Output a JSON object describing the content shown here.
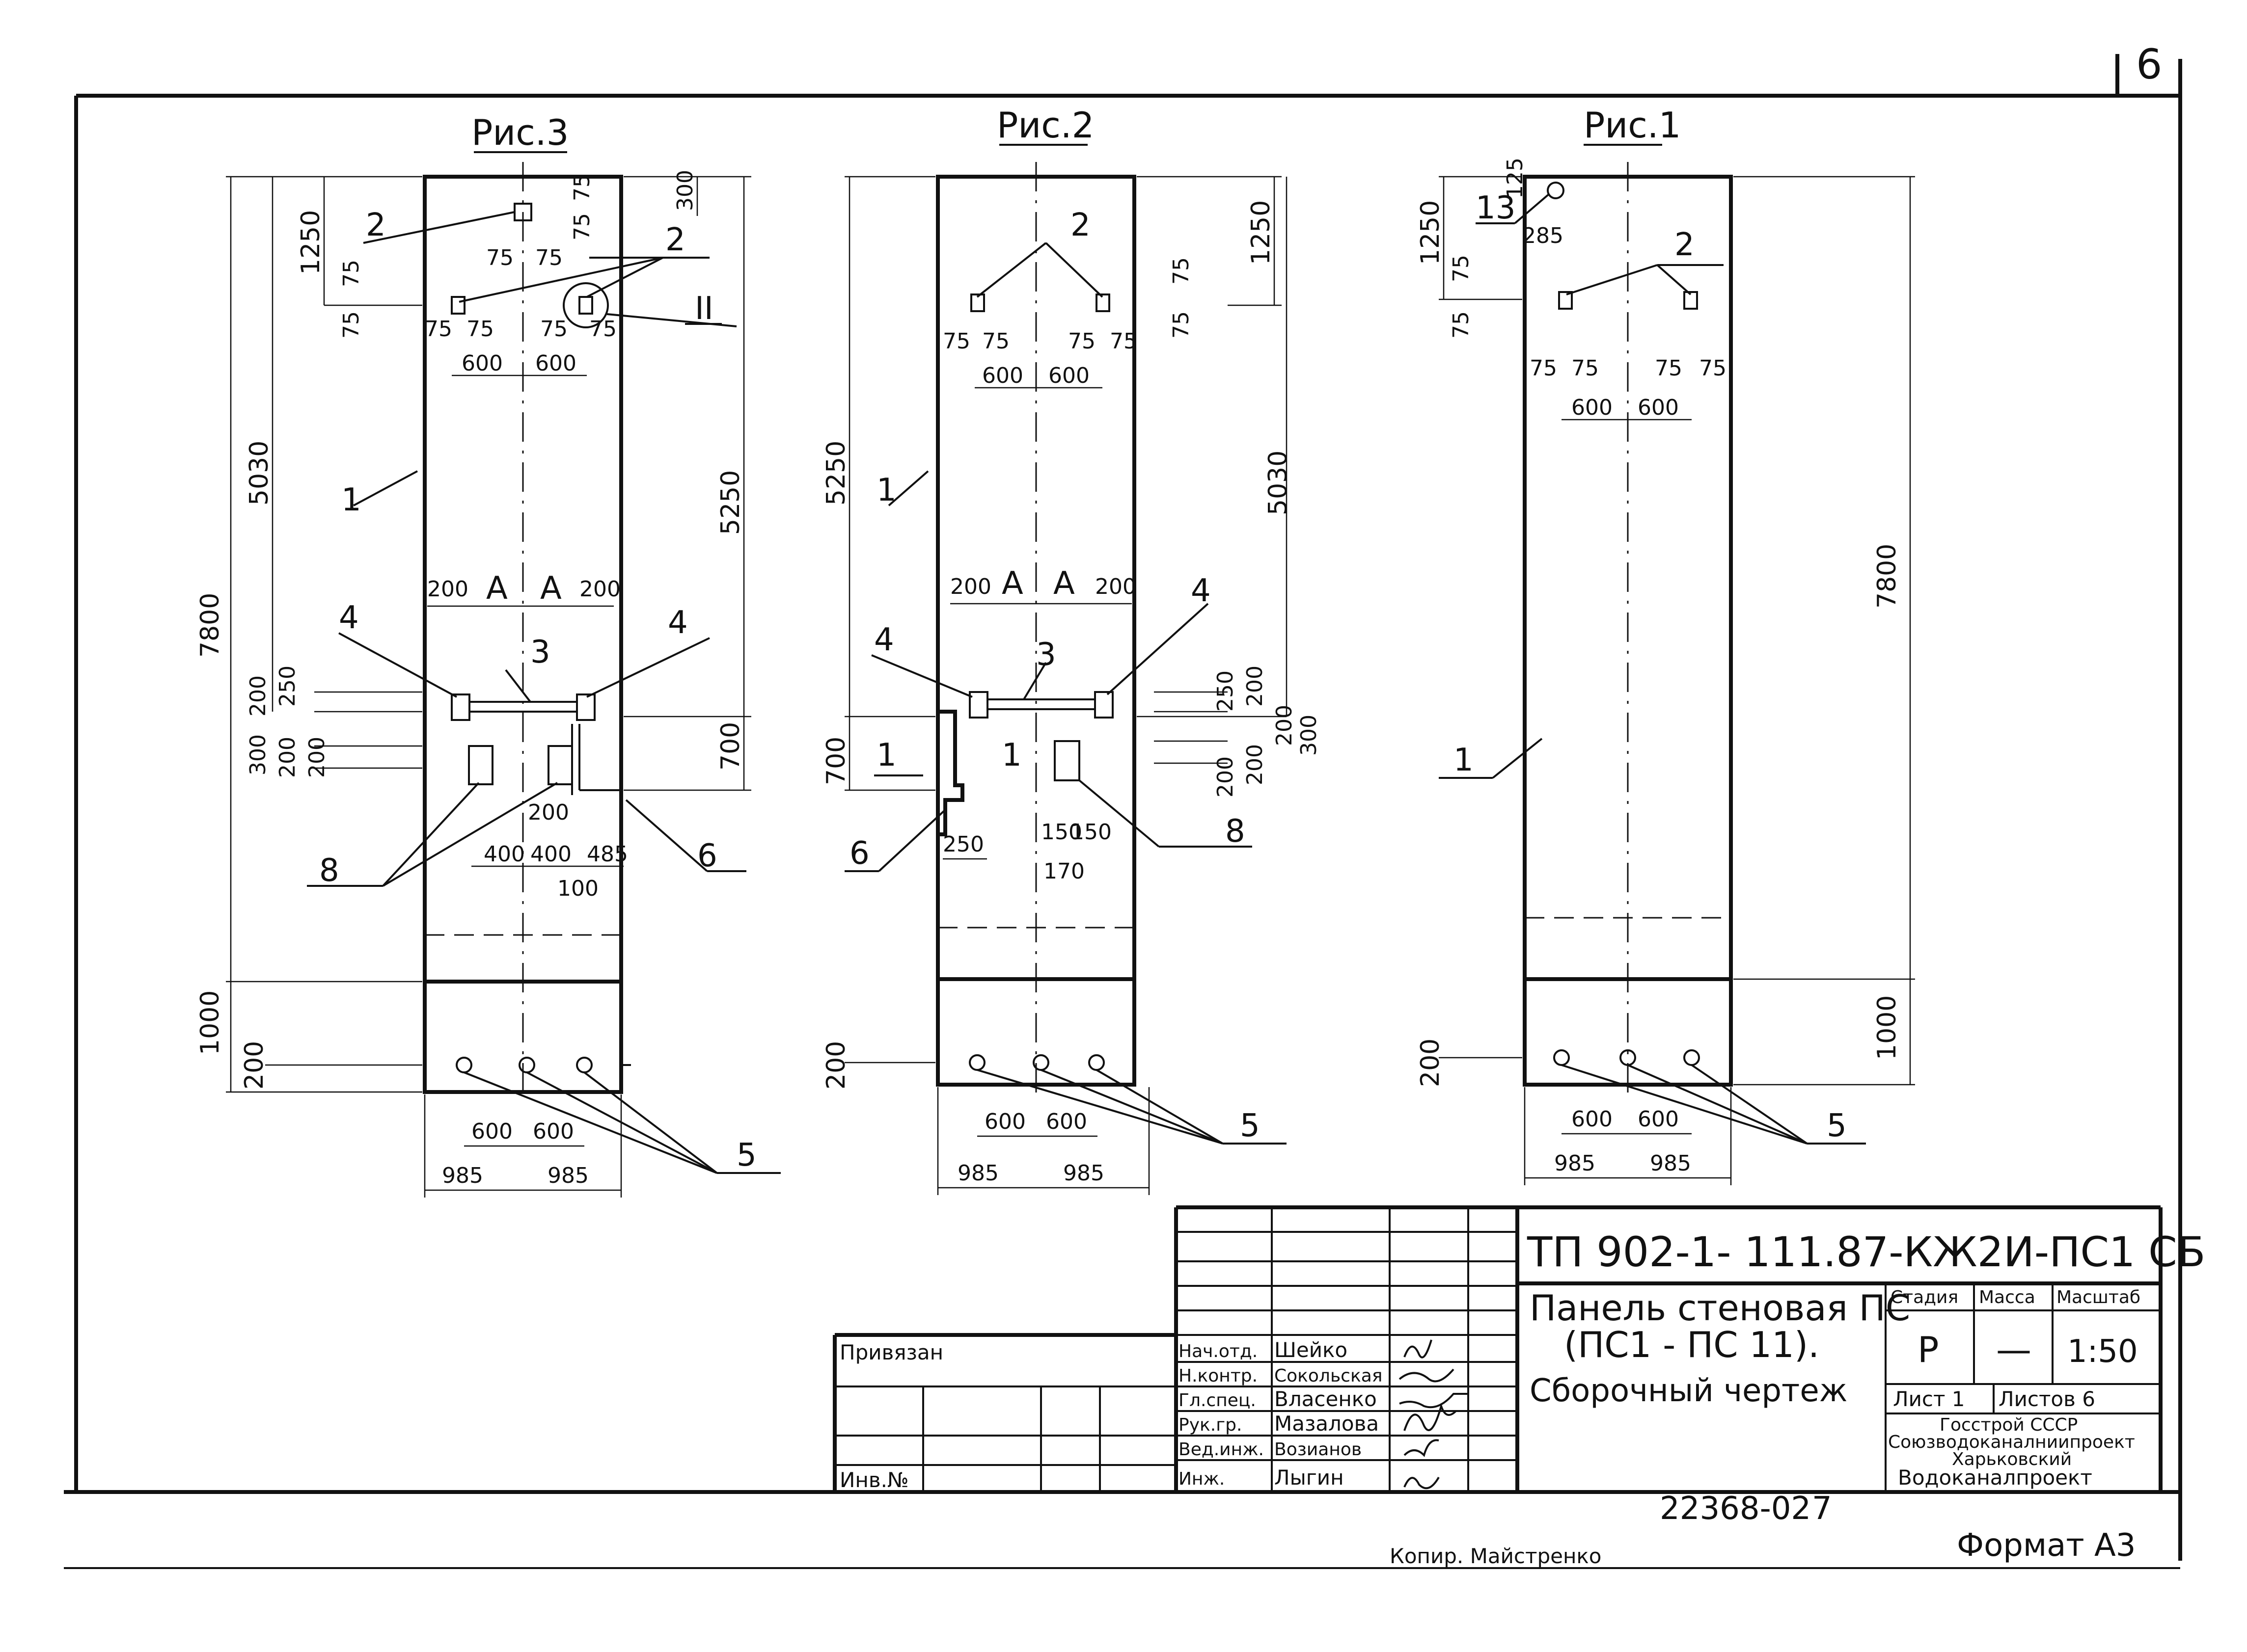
{
  "page_number": "6",
  "figures": {
    "fig3": {
      "title": "Рис.3",
      "dims": {
        "total_height": "7800",
        "d5030": "5030",
        "d5250": "5250",
        "d1250": "1250",
        "d1000": "1000",
        "d700": "700",
        "d300": "300",
        "d200": "200",
        "d250": "250",
        "d75": "75",
        "d600": "600",
        "d985": "985",
        "d400": "400",
        "d485": "485",
        "d100": "100",
        "A": "A",
        "II": "II"
      },
      "labels": {
        "l1": "1",
        "l2": "2",
        "l3": "3",
        "l4": "4",
        "l5": "5",
        "l6": "6",
        "l8": "8"
      }
    },
    "fig2": {
      "title": "Рис.2",
      "dims": {
        "d5250": "5250",
        "d5030": "5030",
        "d1250": "1250",
        "d700": "700",
        "d250": "250",
        "d200": "200",
        "d300": "300",
        "d75": "75",
        "d600": "600",
        "d985": "985",
        "d150": "150",
        "d170": "170",
        "A": "A",
        "section": "1"
      },
      "labels": {
        "l1": "1",
        "l2": "2",
        "l3": "3",
        "l4": "4",
        "l5": "5",
        "l6": "6",
        "l8": "8"
      }
    },
    "fig1": {
      "title": "Рис.1",
      "dims": {
        "d1250": "1250",
        "d125": "125",
        "d285": "285",
        "d7800": "7800",
        "d1000": "1000",
        "d200": "200",
        "d75": "75",
        "d600": "600",
        "d985": "985"
      },
      "labels": {
        "l1": "1",
        "l2": "2",
        "l5": "5",
        "l13": "13"
      }
    }
  },
  "title_block": {
    "doc_code": "ТП 902-1- 111.87-КЖ2И-ПС1 СБ",
    "name_line1": "Панель стеновая ПС",
    "name_line2": "(ПС1 - ПС 11).",
    "name_line3": "Сборочный  чертеж",
    "stage_header": "Стадия",
    "mass_header": "Масса",
    "scale_header": "Масштаб",
    "stage": "Р",
    "mass": "—",
    "scale": "1:50",
    "sheet": "Лист 1",
    "sheets": "Листов 6",
    "org1": "Госстрой СССР",
    "org2": "Союзводоканалниипроект",
    "org3": "Харьковский",
    "org4": "Водоканалпроект",
    "bound": "Привязан",
    "inv": "Инв.№",
    "roles": [
      {
        "role": "Нач.отд.",
        "name": "Шейко"
      },
      {
        "role": "Н.контр.",
        "name": "Сокольская"
      },
      {
        "role": "Гл.спец.",
        "name": "Власенко"
      },
      {
        "role": "Рук.гр.",
        "name": "Мазалова"
      },
      {
        "role": "Вед.инж.",
        "name": "Возианов"
      },
      {
        "role": "Инж.",
        "name": "Лыгин"
      }
    ]
  },
  "footer": {
    "number": "22368-02",
    "page": "7",
    "copied": "Копир. Майстренко",
    "format": "Формат А3"
  }
}
